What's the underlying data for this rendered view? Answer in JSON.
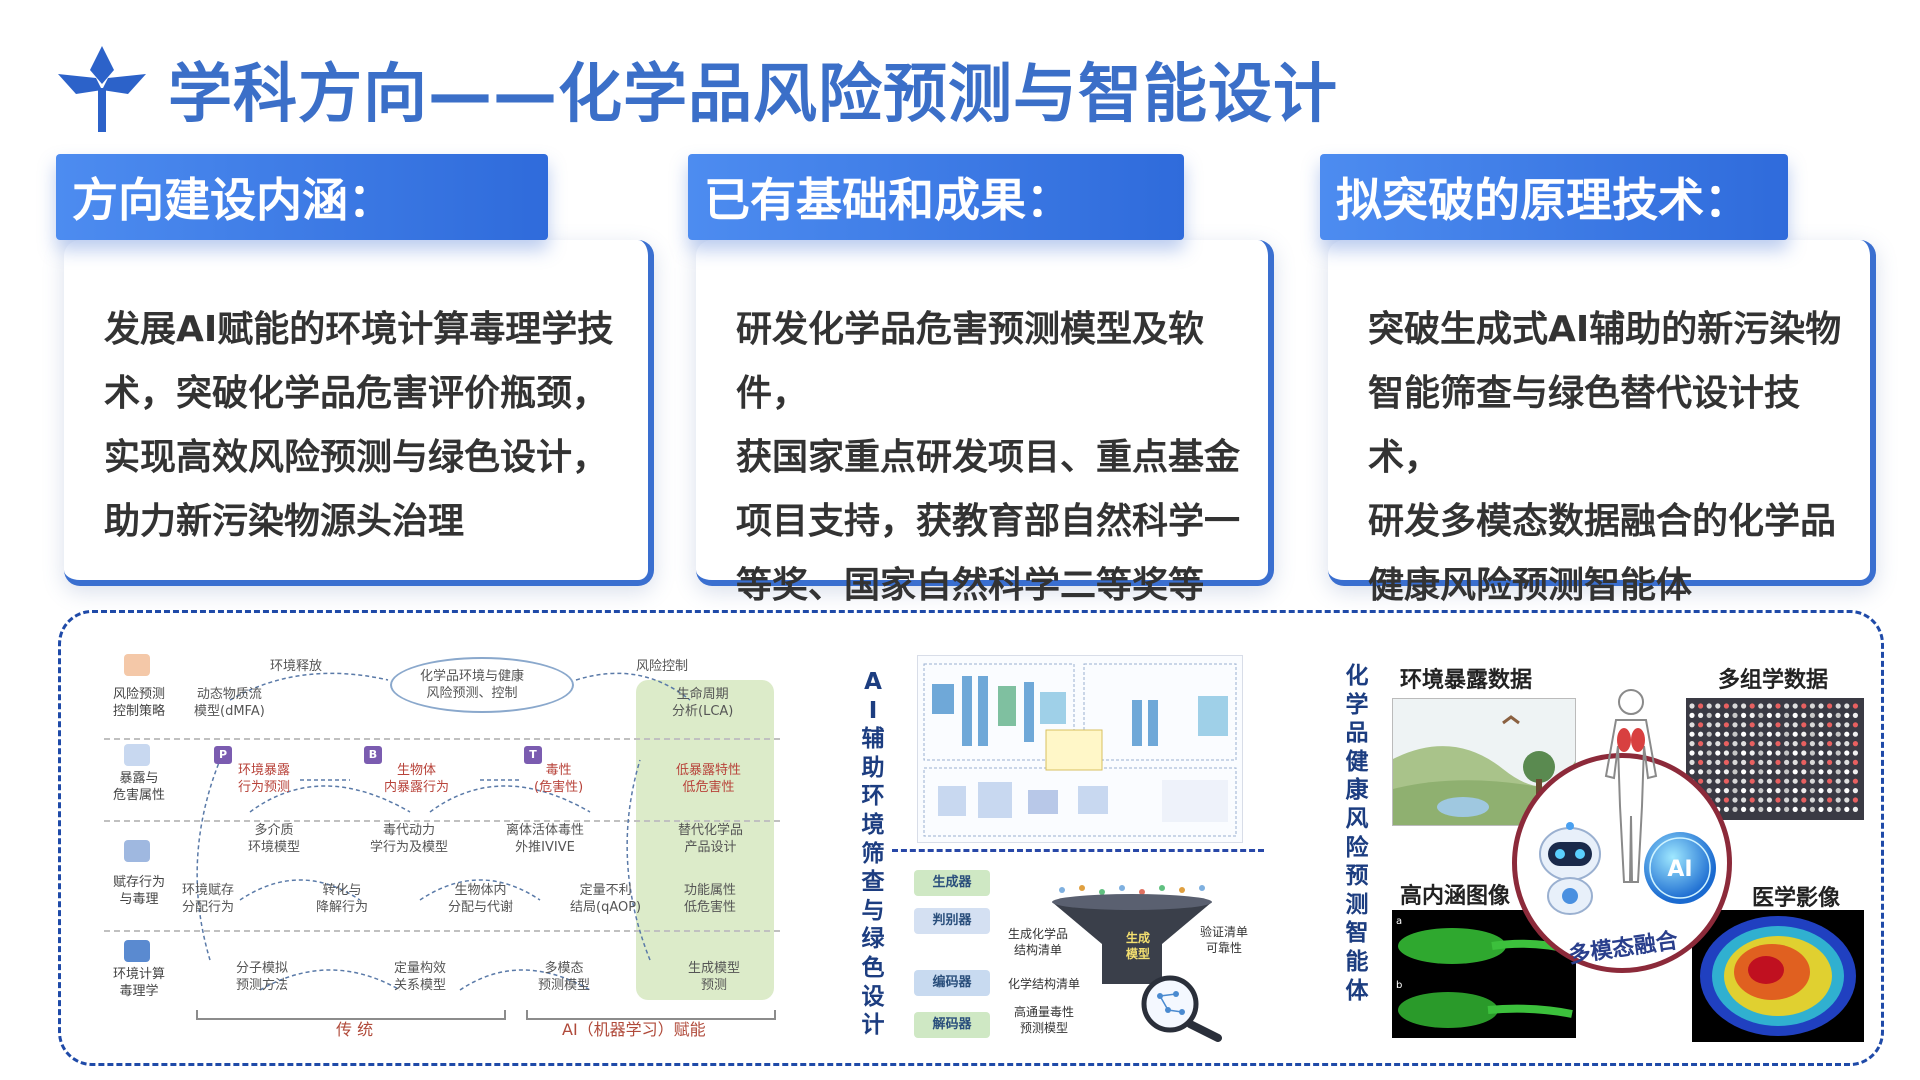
{
  "title": "学科方向——化学品风险预测与智能设计",
  "cards": [
    {
      "header": "方向建设内涵：",
      "lines": [
        "发展AI赋能的环境计算毒理学技",
        "术，突破化学品危害评价瓶颈，",
        "实现高效风险预测与绿色设计，",
        "助力新污染物源头治理"
      ]
    },
    {
      "header": "已有基础和成果：",
      "lines": [
        "研发化学品危害预测模型及软件，",
        "获国家重点研发项目、重点基金",
        "项目支持，获教育部自然科学一",
        "等奖、国家自然科学二等奖等"
      ]
    },
    {
      "header": "拟突破的原理技术：",
      "lines": [
        "突破生成式AI辅助的新污染物",
        "智能筛查与绿色替代设计技术，",
        "研发多模态数据融合的化学品",
        "健康风险预测智能体"
      ]
    }
  ],
  "diagram": {
    "left_labels": [
      "风险预测\n控制策略",
      "暴露与\n危害属性",
      "赋存行为\n与毒理",
      "环境计算\n毒理学"
    ],
    "center_title": "化学品环境与健康\n风险预测、控制",
    "top_left": "环境释放",
    "top_right": "风险控制",
    "cells": [
      "动态物质流\n模型(dMFA)",
      "生命周期\n分析(LCA)",
      "环境暴露\n行为预测",
      "生物体\n内暴露行为",
      "毒性\n(危害性)",
      "低暴露特性\n低危害性",
      "多介质\n环境模型",
      "毒代动力\n学行为及模型",
      "离体活体毒性\n外推IVIVE",
      "替代化学品\n产品设计",
      "环境赋存\n分配行为",
      "转化与\n降解行为",
      "生物体内\n分配与代谢",
      "定量不利\n结局(qAOP)",
      "功能属性\n低危害性",
      "分子模拟\n预测方法",
      "定量构效\n关系模型",
      "多模态\n预测模型",
      "生成模型\n预测"
    ],
    "badges": [
      "P",
      "B",
      "T"
    ],
    "footer_left": "传  统",
    "footer_right": "AI（机器学习）赋能"
  },
  "middle": {
    "vertical_label": "AI辅助环境筛查与绿色设计",
    "buttons": [
      "生成器",
      "判别器",
      "编码器",
      "解码器"
    ],
    "labels": [
      "生成化学品\n结构清单",
      "化学结构清单",
      "高通量毒性\n预测模型",
      "验证清单\n可靠性",
      "生成\n模型"
    ]
  },
  "right": {
    "vertical_label": "化学品健康风险预测智能体",
    "panels": [
      "环境暴露数据",
      "多组学数据",
      "高内涵图像",
      "医学影像"
    ],
    "center_text": "多模态融合",
    "ai_badge": "AI"
  },
  "colors": {
    "title": "#3b6fc8",
    "header_bg": "#3a74dd",
    "accent": "#2f6bdb",
    "dashed_border": "#1f4aa8"
  }
}
